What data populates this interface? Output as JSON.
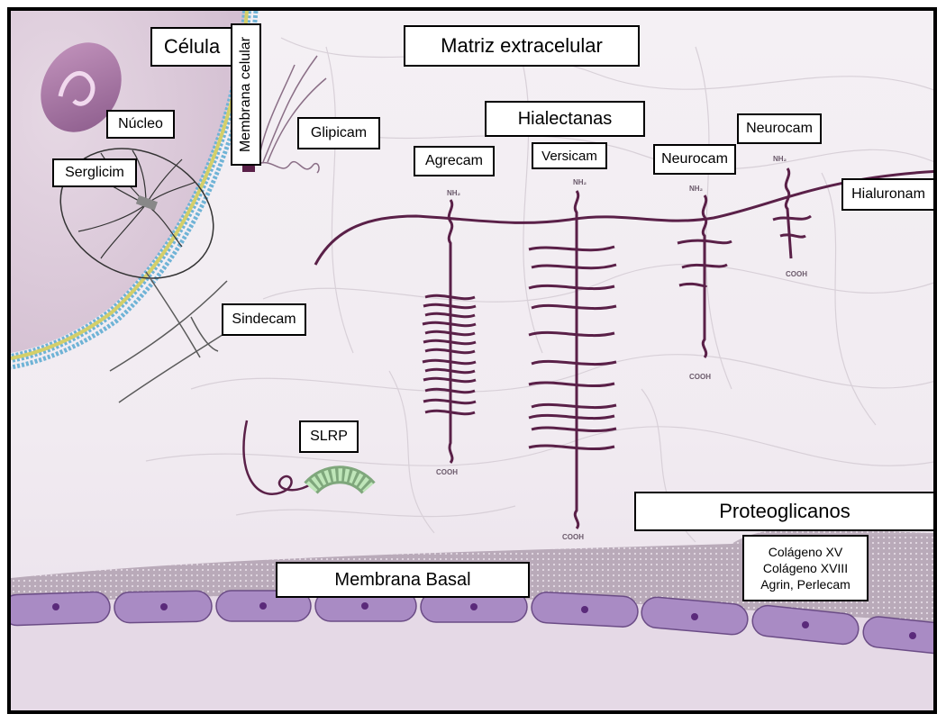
{
  "labels": {
    "celula": "Célula",
    "membrana_celular": "Membrana celular",
    "matriz": "Matriz extracelular",
    "nucleo": "Núcleo",
    "serglicim": "Serglicim",
    "glipicam": "Glipicam",
    "hialectanas": "Hialectanas",
    "agrecam": "Agrecam",
    "versicam": "Versicam",
    "neurocam_1": "Neurocam",
    "neurocam_2": "Neurocam",
    "hialuronam": "Hialuronam",
    "sindecam": "Sindecam",
    "slrp": "SLRP",
    "proteoglicanos": "Proteoglicanos",
    "membrana_basal": "Membrana Basal",
    "basal_list": [
      "Colágeno XV",
      "Colágeno XVIII",
      "Agrin, Perlecam"
    ]
  },
  "terminals": {
    "nh2": "NH₂",
    "cooh": "COOH"
  },
  "colors": {
    "chain": "#5a2048",
    "cell": "#d9c6d6",
    "basal_cells": "#a98bc4",
    "membrane_blue": "#6fb3d6",
    "membrane_yellow": "#d4cf6a",
    "slrp_green": "#9fd49a"
  }
}
